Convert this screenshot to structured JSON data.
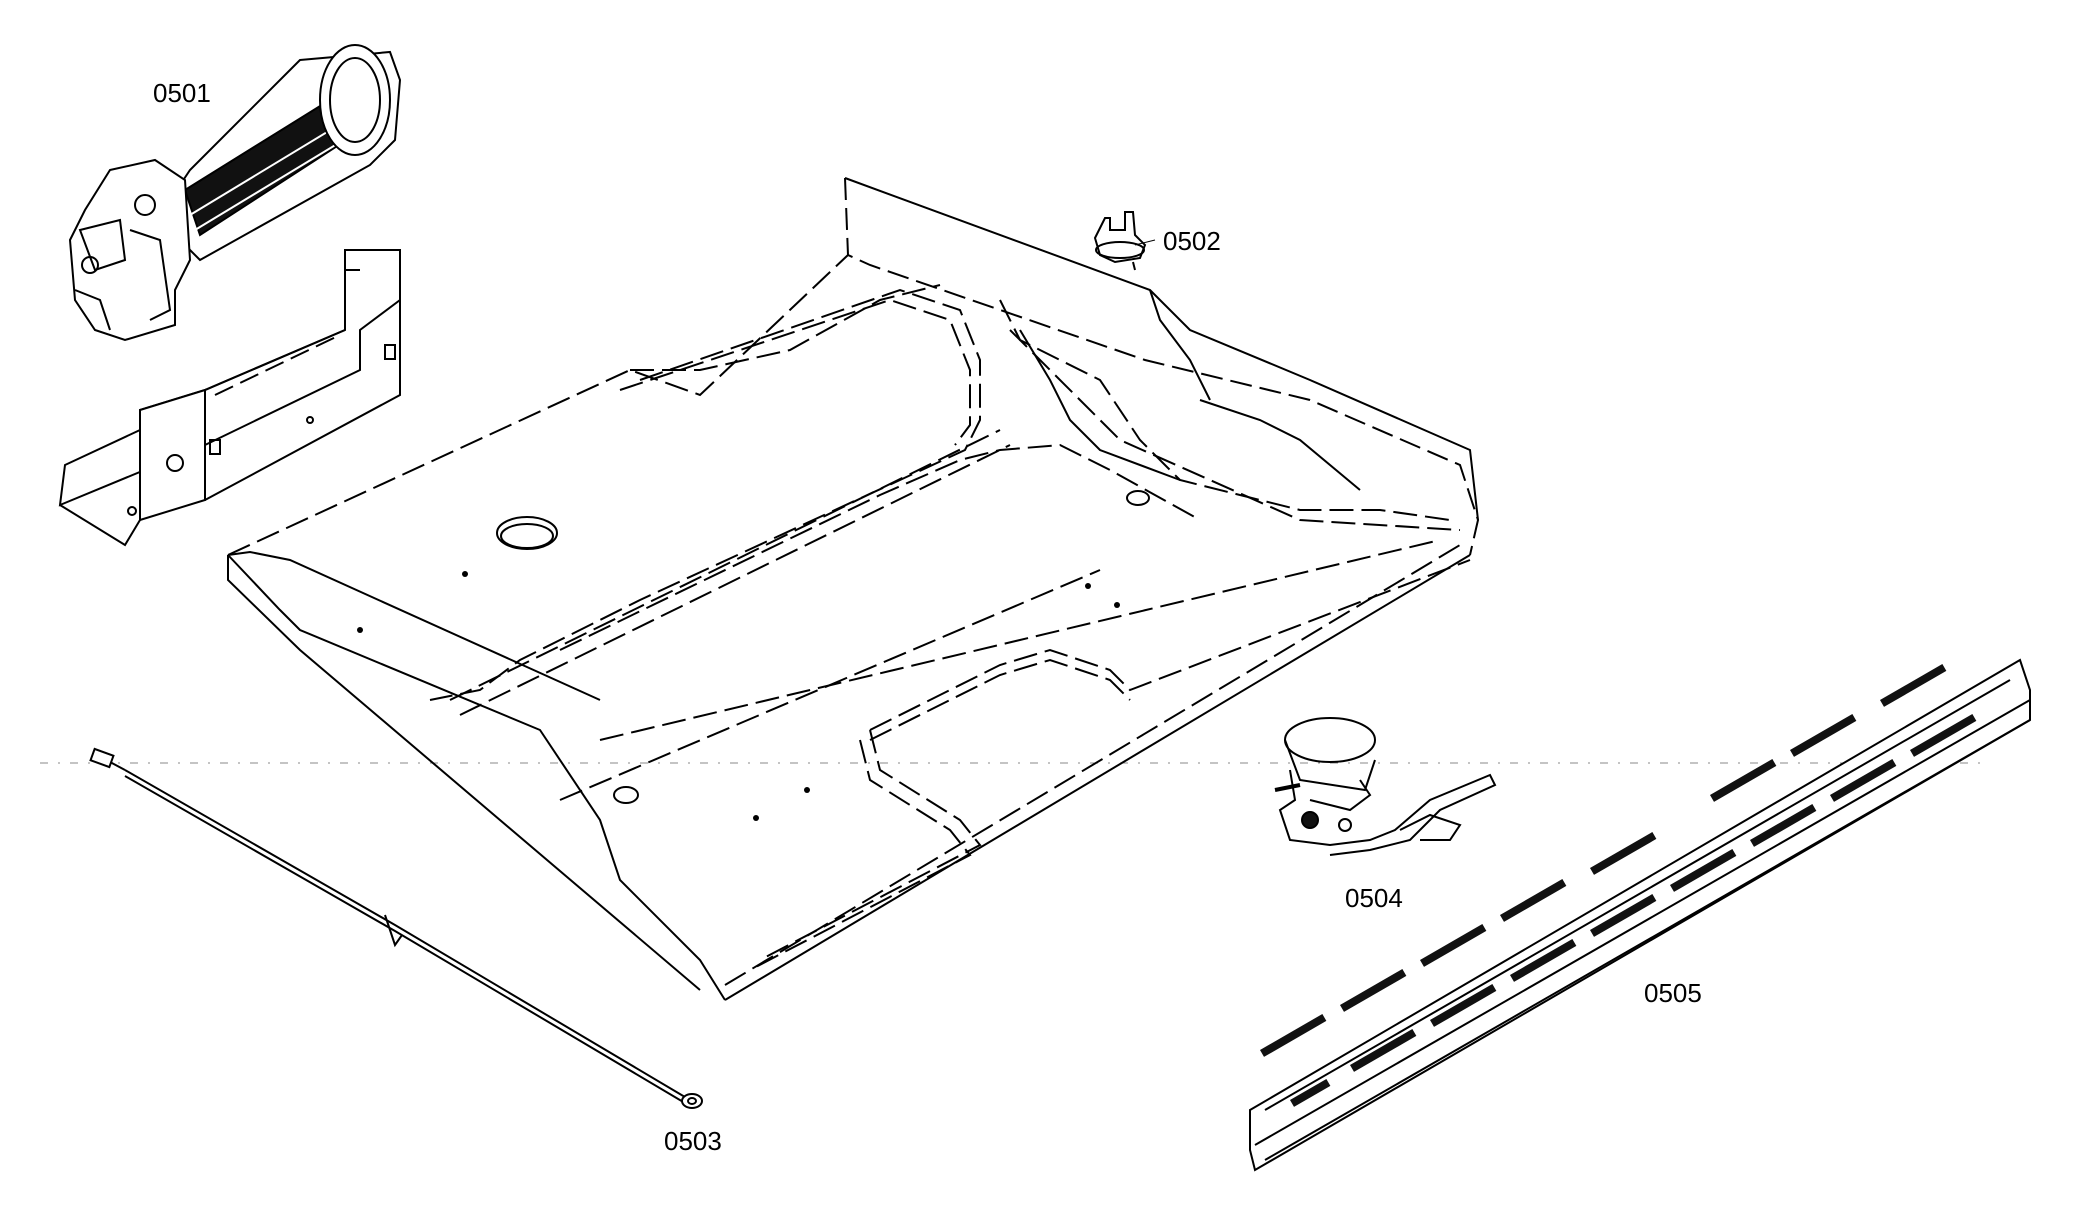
{
  "diagram": {
    "parts": [
      {
        "id": "0501"
      },
      {
        "id": "0502"
      },
      {
        "id": "0503"
      },
      {
        "id": "0504"
      },
      {
        "id": "0505"
      }
    ]
  },
  "colors": {
    "line": "#000000",
    "background": "#ffffff",
    "dark_fill": "#111111"
  }
}
